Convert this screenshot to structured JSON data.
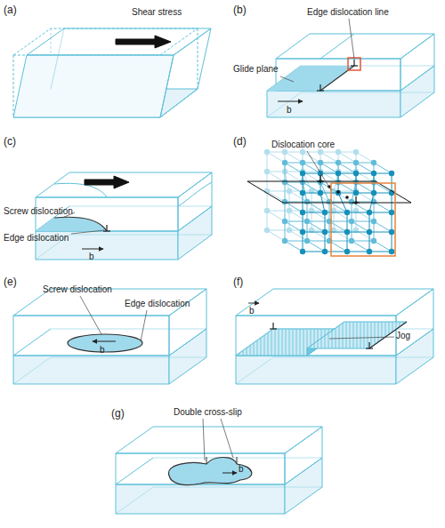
{
  "diagram": {
    "labels": [
      "(a)",
      "Shear stress",
      "(b)",
      "Edge dislocation line",
      "Glide plane",
      "b",
      "(c)",
      "Screw dislocation",
      "Edge dislocation",
      "b",
      "(d)",
      "Dislocation core",
      "(e)",
      "Screw dislocation",
      "Edge dislocation",
      "b",
      "(f)",
      "b",
      "Jog",
      "(g)",
      "Double cross-slip",
      "b"
    ]
  }
}
